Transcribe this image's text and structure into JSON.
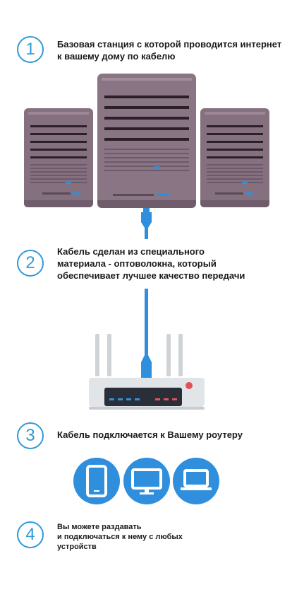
{
  "steps": [
    {
      "number": "1",
      "text_line1": "Базовая станция с которой проводится интернет",
      "text_line2": "к вашему дому по кабелю"
    },
    {
      "number": "2",
      "text_line1": "Кабель сделан из специального",
      "text_line2": "материала - оптоволокна, который",
      "text_line3": "обеспечивает лучшее качество передачи"
    },
    {
      "number": "3",
      "text_line1": "Кабель подключается к Вашему роутеру"
    },
    {
      "number": "4",
      "text_line1": "Вы можете раздавать",
      "text_line2": "и подключаться к нему с любых",
      "text_line3": "устройств"
    }
  ],
  "colors": {
    "accent": "#2f9ad8",
    "server": "#8a7585",
    "server_dark": "#6f5d6c",
    "cable": "#2f8fdc",
    "device_circle": "#2f8fdc"
  },
  "icons": [
    "server-icon",
    "router-icon",
    "smartphone-icon",
    "monitor-icon",
    "laptop-icon"
  ]
}
